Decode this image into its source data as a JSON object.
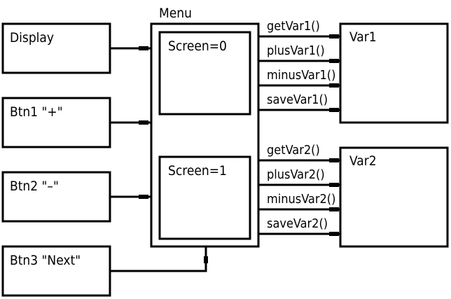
{
  "diagram": {
    "menu": {
      "title": "Menu",
      "screens": [
        "Screen=0",
        "Screen=1"
      ]
    },
    "inputs": {
      "display": "Display",
      "btn1": "Btn1 \"+\"",
      "btn2": "Btn2 \"–\"",
      "btn3": "Btn3 \"Next\""
    },
    "vars": {
      "var1": {
        "title": "Var1",
        "methods": [
          "getVar1()",
          "plusVar1()",
          "minusVar1()",
          "saveVar1()"
        ]
      },
      "var2": {
        "title": "Var2",
        "methods": [
          "getVar2()",
          "plusVar2()",
          "minusVar2()",
          "saveVar2()"
        ]
      }
    }
  }
}
